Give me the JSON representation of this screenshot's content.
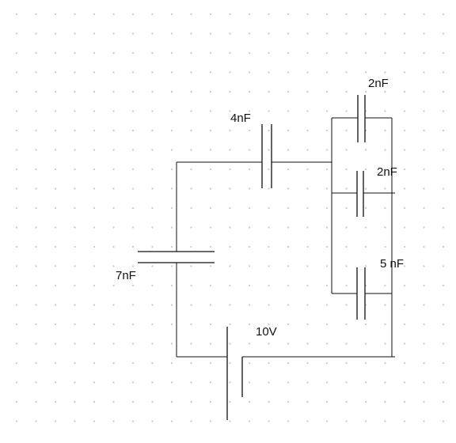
{
  "labels": {
    "c_series_top": "4nF",
    "c_parallel_top": "2nF",
    "c_parallel_mid": "2nF",
    "c_parallel_bottom": "5 nF",
    "c_left": "7nF",
    "battery": "10V"
  },
  "colors": {
    "wire": "#111111",
    "grid_dot": "#cfcfcf",
    "background": "#ffffff"
  },
  "grid": {
    "visible": true,
    "style": "dotted"
  }
}
